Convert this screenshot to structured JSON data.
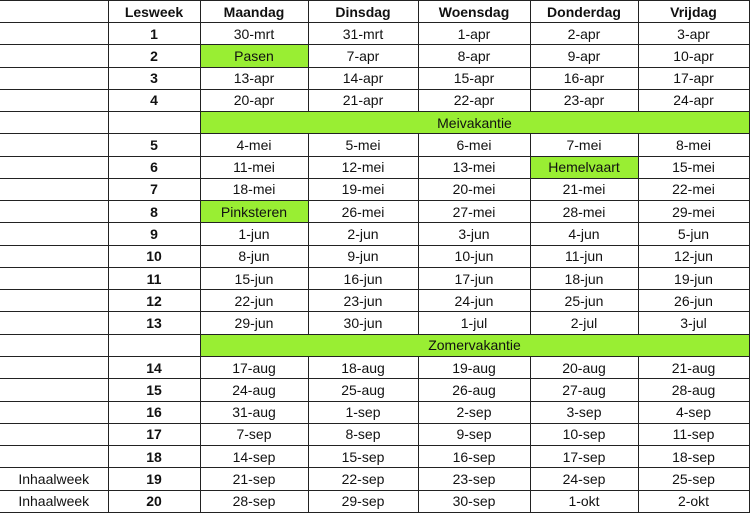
{
  "header": [
    "",
    "Lesweek",
    "Maandag",
    "Dinsdag",
    "Woensdag",
    "Donderdag",
    "Vrijdag"
  ],
  "holidays": [
    "Pasen",
    "Hemelvaart",
    "Pinksteren"
  ],
  "highlight_color": "#99ee33",
  "rows": [
    {
      "note": "",
      "week": "1",
      "days": [
        "30-mrt",
        "31-mrt",
        "1-apr",
        "2-apr",
        "3-apr"
      ]
    },
    {
      "note": "",
      "week": "2",
      "days": [
        "Pasen",
        "7-apr",
        "8-apr",
        "9-apr",
        "10-apr"
      ]
    },
    {
      "note": "",
      "week": "3",
      "days": [
        "13-apr",
        "14-apr",
        "15-apr",
        "16-apr",
        "17-apr"
      ]
    },
    {
      "note": "",
      "week": "4",
      "days": [
        "20-apr",
        "21-apr",
        "22-apr",
        "23-apr",
        "24-apr"
      ]
    },
    {
      "vacation": "Meivakantie"
    },
    {
      "note": "",
      "week": "5",
      "days": [
        "4-mei",
        "5-mei",
        "6-mei",
        "7-mei",
        "8-mei"
      ]
    },
    {
      "note": "",
      "week": "6",
      "days": [
        "11-mei",
        "12-mei",
        "13-mei",
        "Hemelvaart",
        "15-mei"
      ]
    },
    {
      "note": "",
      "week": "7",
      "days": [
        "18-mei",
        "19-mei",
        "20-mei",
        "21-mei",
        "22-mei"
      ]
    },
    {
      "note": "",
      "week": "8",
      "days": [
        "Pinksteren",
        "26-mei",
        "27-mei",
        "28-mei",
        "29-mei"
      ]
    },
    {
      "note": "",
      "week": "9",
      "days": [
        "1-jun",
        "2-jun",
        "3-jun",
        "4-jun",
        "5-jun"
      ]
    },
    {
      "note": "",
      "week": "10",
      "days": [
        "8-jun",
        "9-jun",
        "10-jun",
        "11-jun",
        "12-jun"
      ]
    },
    {
      "note": "",
      "week": "11",
      "days": [
        "15-jun",
        "16-jun",
        "17-jun",
        "18-jun",
        "19-jun"
      ]
    },
    {
      "note": "",
      "week": "12",
      "days": [
        "22-jun",
        "23-jun",
        "24-jun",
        "25-jun",
        "26-jun"
      ]
    },
    {
      "note": "",
      "week": "13",
      "days": [
        "29-jun",
        "30-jun",
        "1-jul",
        "2-jul",
        "3-jul"
      ]
    },
    {
      "vacation": "Zomervakantie"
    },
    {
      "note": "",
      "week": "14",
      "days": [
        "17-aug",
        "18-aug",
        "19-aug",
        "20-aug",
        "21-aug"
      ]
    },
    {
      "note": "",
      "week": "15",
      "days": [
        "24-aug",
        "25-aug",
        "26-aug",
        "27-aug",
        "28-aug"
      ]
    },
    {
      "note": "",
      "week": "16",
      "days": [
        "31-aug",
        "1-sep",
        "2-sep",
        "3-sep",
        "4-sep"
      ]
    },
    {
      "note": "",
      "week": "17",
      "days": [
        "7-sep",
        "8-sep",
        "9-sep",
        "10-sep",
        "11-sep"
      ]
    },
    {
      "note": "",
      "week": "18",
      "days": [
        "14-sep",
        "15-sep",
        "16-sep",
        "17-sep",
        "18-sep"
      ]
    },
    {
      "note": "Inhaalweek",
      "week": "19",
      "days": [
        "21-sep",
        "22-sep",
        "23-sep",
        "24-sep",
        "25-sep"
      ]
    },
    {
      "note": "Inhaalweek",
      "week": "20",
      "days": [
        "28-sep",
        "29-sep",
        "30-sep",
        "1-okt",
        "2-okt"
      ]
    }
  ]
}
